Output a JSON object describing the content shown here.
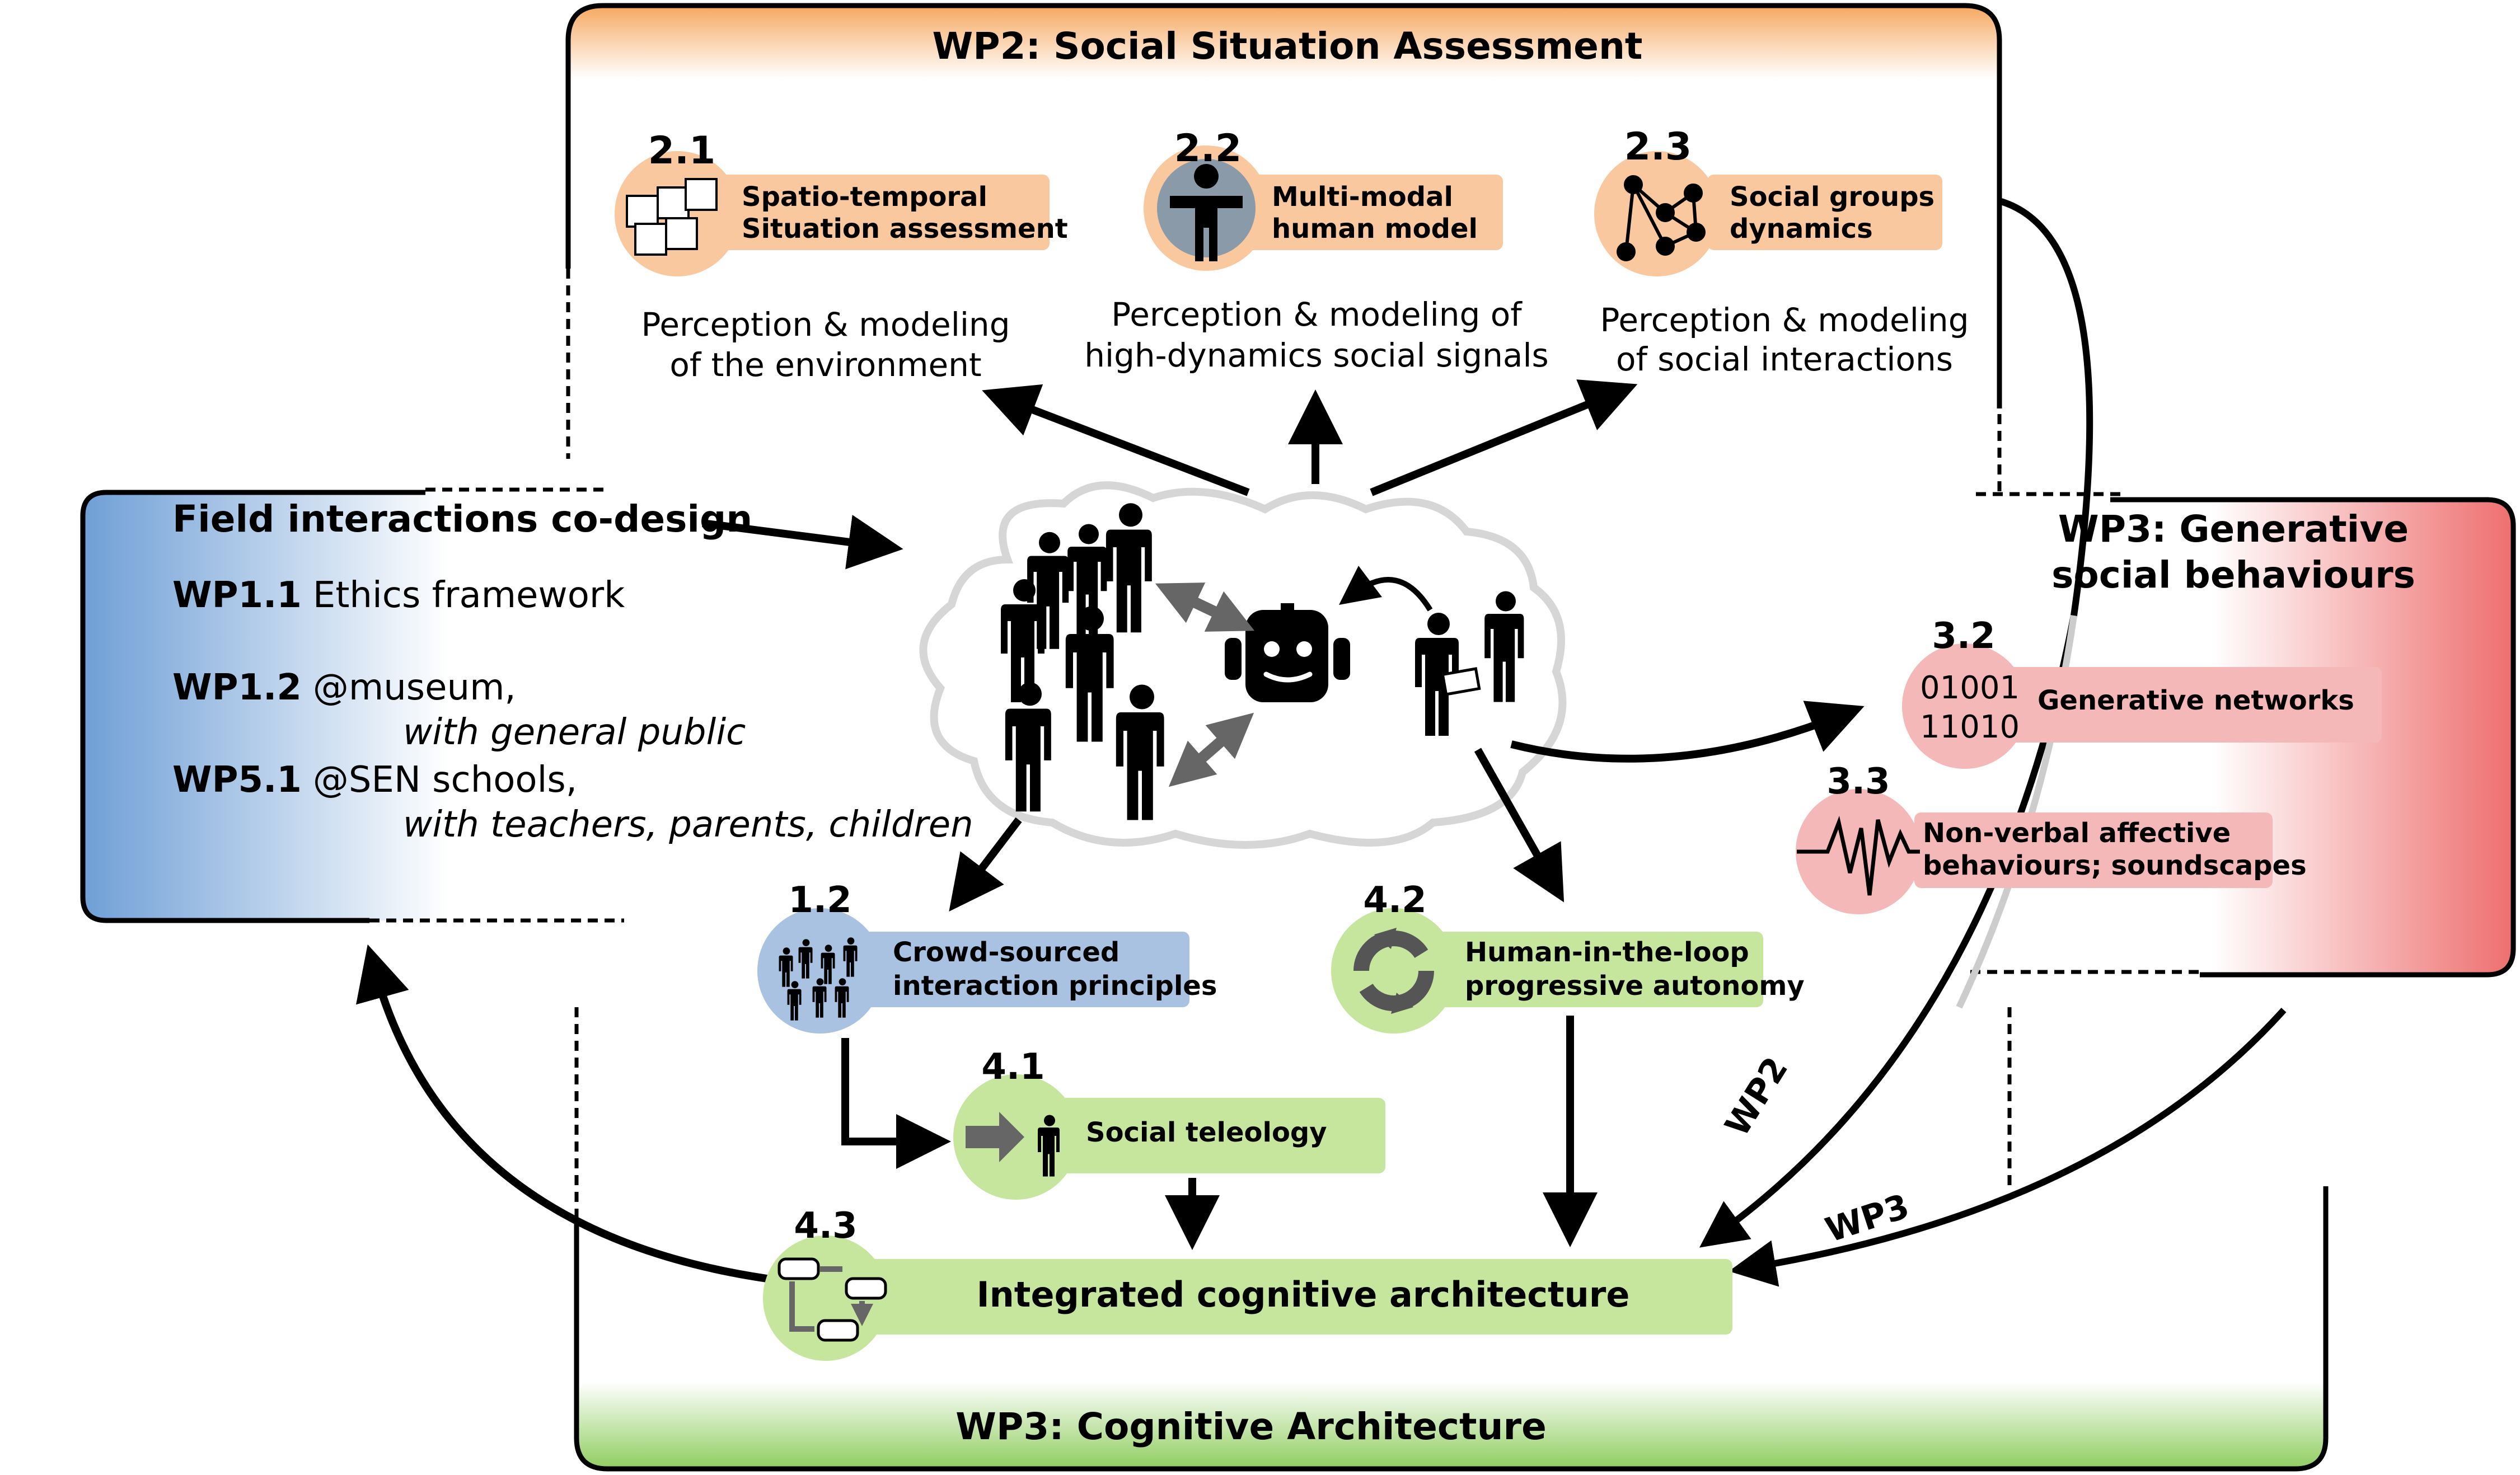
{
  "wp2": {
    "title": "WP2: Social Situation Assessment",
    "items": [
      {
        "num": "2.1",
        "label1": "Spatio-temporal",
        "label2": "Situation assessment",
        "desc1": "Perception & modeling",
        "desc2": "of the environment"
      },
      {
        "num": "2.2",
        "label1": "Multi-modal",
        "label2": "human model",
        "desc1": "Perception & modeling of",
        "desc2": "high-dynamics social signals"
      },
      {
        "num": "2.3",
        "label1": "Social groups",
        "label2": "dynamics",
        "desc1": "Perception & modeling",
        "desc2": "of social interactions"
      }
    ]
  },
  "wp1": {
    "title": "Field interactions co-design",
    "lines": [
      {
        "key": "WP1.1",
        "text": "Ethics framework"
      },
      {
        "key": "WP1.2",
        "text": "@museum,",
        "sub": "with general public"
      },
      {
        "key": "WP5.1",
        "text": "@SEN schools,",
        "sub": "with teachers, parents, children"
      }
    ]
  },
  "wp3gen": {
    "title1": "WP3: Generative",
    "title2": "social behaviours",
    "items": [
      {
        "num": "3.2",
        "code1": "01001",
        "code2": "11010",
        "label1": "Generative networks"
      },
      {
        "num": "3.3",
        "label1": "Non-verbal affective",
        "label2": "behaviours; soundscapes"
      }
    ]
  },
  "center": {
    "items": [
      {
        "num": "1.2",
        "label1": "Crowd-sourced",
        "label2": "interaction principles"
      },
      {
        "num": "4.2",
        "label1": "Human-in-the-loop",
        "label2": "progressive autonomy"
      },
      {
        "num": "4.1",
        "label1": "Social teleology"
      },
      {
        "num": "4.3",
        "label1": "Integrated cognitive architecture"
      }
    ],
    "arrow_wp2": "WP2",
    "arrow_wp3": "WP3"
  },
  "wp3cog": {
    "title": "WP3: Cognitive Architecture"
  },
  "colors": {
    "orange": "#f9c89e",
    "orange_grad": "#f6a860",
    "blue": "#a9c2e2",
    "blue_grad": "#7aa6d8",
    "red": "#f5b8b8",
    "red_grad": "#ee7f7f",
    "green": "#c6e59d",
    "green_grad": "#8fcd5f"
  }
}
